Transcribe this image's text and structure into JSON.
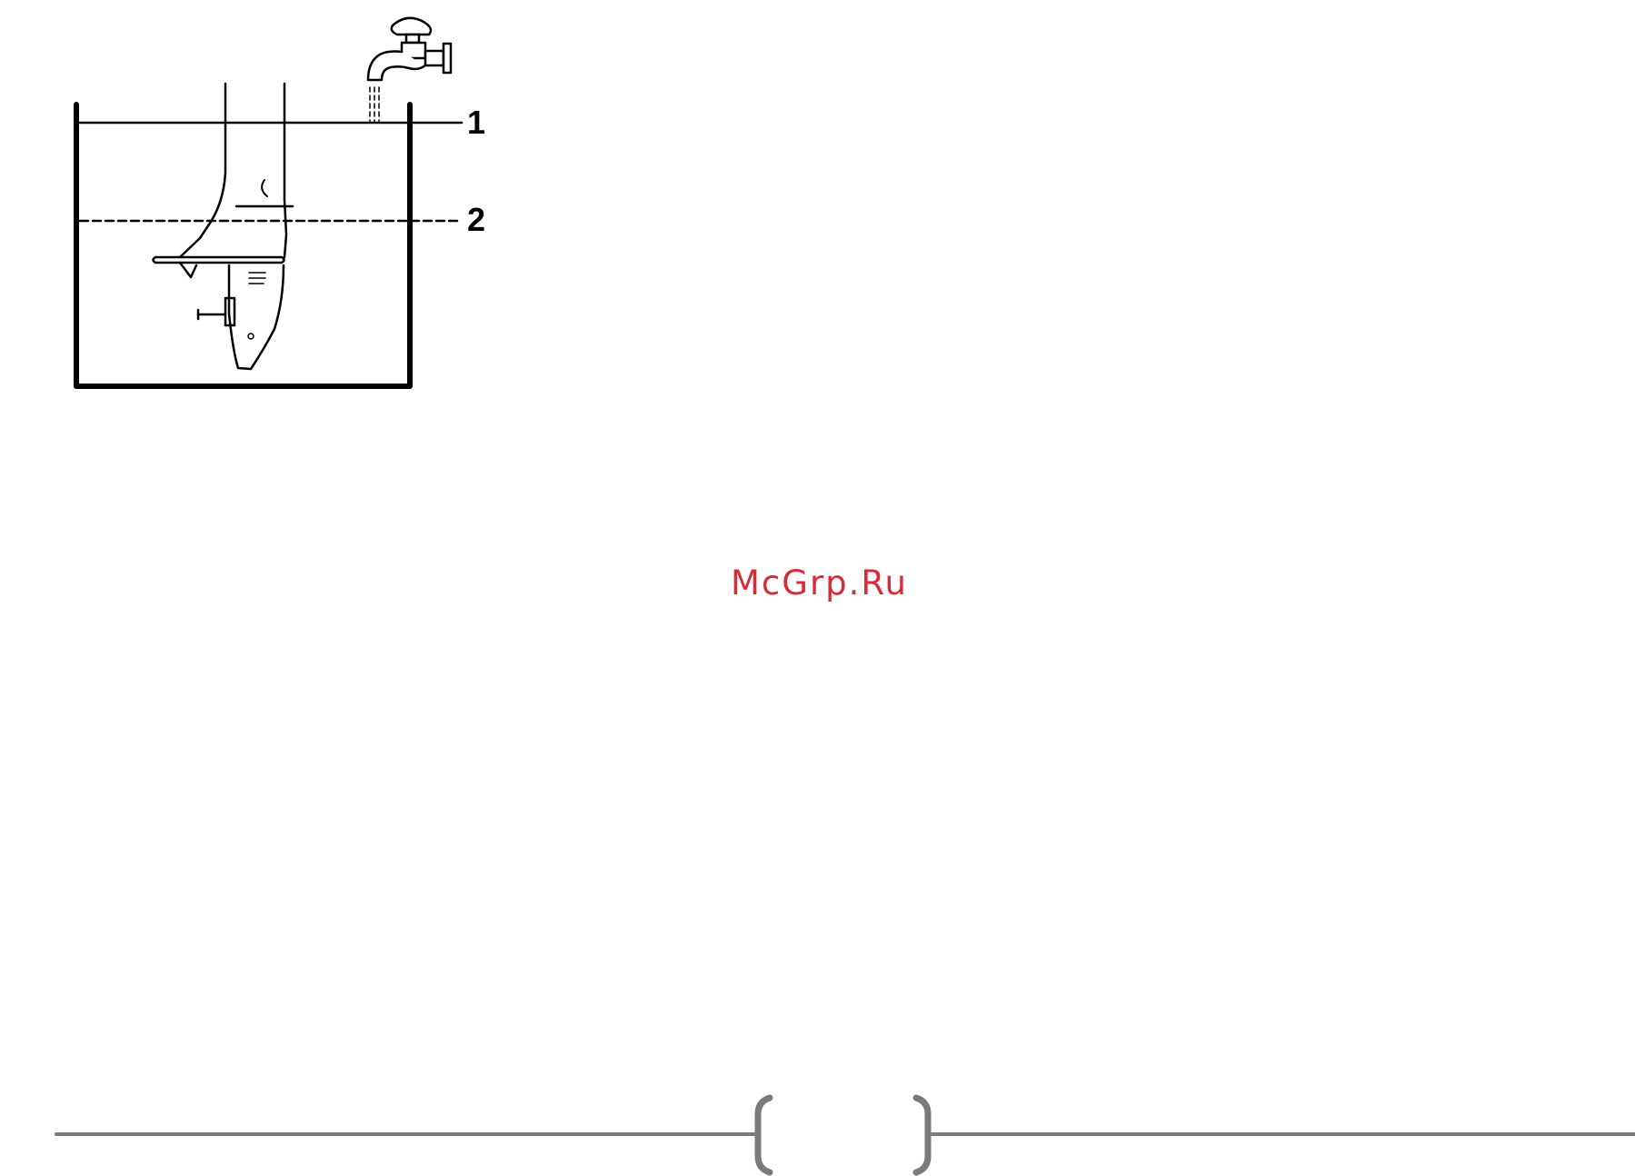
{
  "figure": {
    "callouts": {
      "water_level_max": "1",
      "water_level_min": "2"
    }
  },
  "watermark": {
    "text": "McGrp.Ru",
    "color": "#d62c3a"
  },
  "footer": {
    "page_number": "",
    "rule_color": "#7a7a7a"
  }
}
